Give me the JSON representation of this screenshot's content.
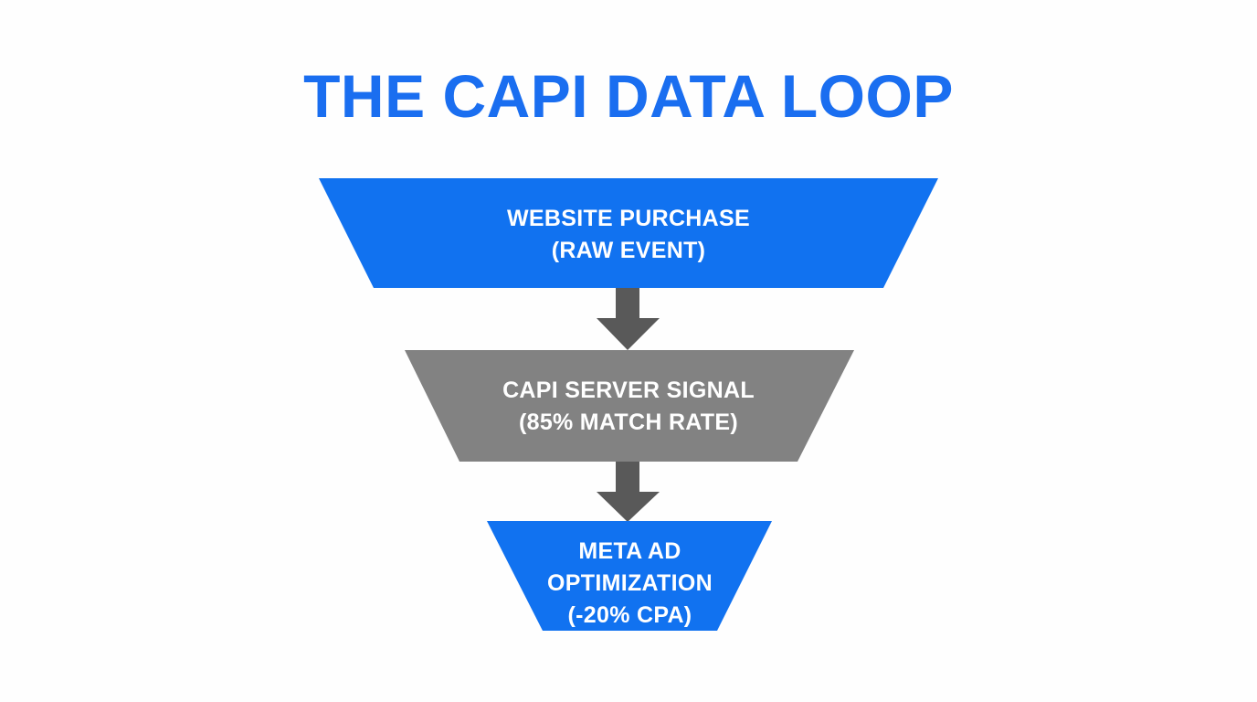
{
  "page": {
    "title": "THE CAPI DATA LOOP",
    "background_color": "#fefefe"
  },
  "colors": {
    "brand_blue": "#1172f0",
    "title_blue": "#1a6ef0",
    "neutral_gray": "#828282",
    "arrow_gray": "#595959",
    "label_text": "#ffffff"
  },
  "chart_data": {
    "type": "funnel",
    "title": "THE CAPI DATA LOOP",
    "orientation": "vertical",
    "stages": [
      {
        "index": 1,
        "name": "website-purchase",
        "lines": [
          "WEBSITE PURCHASE",
          "(RAW EVENT)"
        ],
        "text": "WEBSITE PURCHASE\n(RAW EVENT)",
        "color": "#1172f0",
        "top_width": 678,
        "bottom_width": 558,
        "metric": null
      },
      {
        "index": 2,
        "name": "capi-server-signal",
        "lines": [
          "CAPI SERVER SIGNAL",
          "(85% MATCH RATE)"
        ],
        "text": "CAPI SERVER SIGNAL\n(85% MATCH RATE)",
        "color": "#828282",
        "top_width": 492,
        "bottom_width": 370,
        "metric": {
          "label": "MATCH RATE",
          "value": 85,
          "unit": "%"
        }
      },
      {
        "index": 3,
        "name": "meta-ad-optimization",
        "lines": [
          "META AD",
          "OPTIMIZATION",
          "(-20% CPA)"
        ],
        "text": "META AD\nOPTIMIZATION\n(-20% CPA)",
        "color": "#1172f0",
        "top_width": 312,
        "bottom_width": 191,
        "metric": {
          "label": "CPA",
          "value": -20,
          "unit": "%"
        }
      }
    ],
    "connectors": [
      {
        "name": "arrow-stage1-to-stage2",
        "from": 1,
        "to": 2,
        "icon": "down-arrow-icon",
        "color": "#595959"
      },
      {
        "name": "arrow-stage2-to-stage3",
        "from": 2,
        "to": 3,
        "icon": "down-arrow-icon",
        "color": "#595959"
      }
    ]
  }
}
